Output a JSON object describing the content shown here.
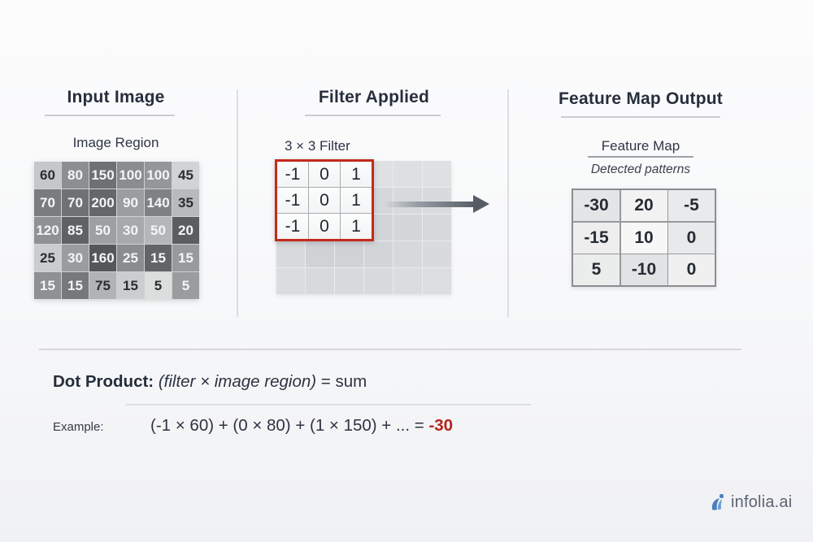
{
  "page": {
    "bg_top": "#fcfcfd",
    "bg_bottom": "#f0f1f4",
    "text_color": "#2a3140",
    "accent_red": "#c42a1c"
  },
  "sections": {
    "input": {
      "title": "Input Image",
      "subtitle": "Image Region",
      "grid": [
        [
          {
            "v": "60",
            "bg": "#c5c7c8",
            "fg": "#2a2e33"
          },
          {
            "v": "80",
            "bg": "#8c8e90",
            "fg": "#f4f5f6"
          },
          {
            "v": "150",
            "bg": "#6e7072",
            "fg": "#f4f5f6"
          },
          {
            "v": "100",
            "bg": "#8a8c8e",
            "fg": "#f4f5f6"
          },
          {
            "v": "100",
            "bg": "#949697",
            "fg": "#f4f5f6"
          },
          {
            "v": "45",
            "bg": "#d2d3d4",
            "fg": "#2a2e33"
          }
        ],
        [
          {
            "v": "70",
            "bg": "#7a7c7e",
            "fg": "#f4f5f6"
          },
          {
            "v": "70",
            "bg": "#6f7173",
            "fg": "#f4f5f6"
          },
          {
            "v": "200",
            "bg": "#646668",
            "fg": "#f4f5f6"
          },
          {
            "v": "90",
            "bg": "#9b9da0",
            "fg": "#f4f5f6"
          },
          {
            "v": "140",
            "bg": "#7f8183",
            "fg": "#f4f5f6"
          },
          {
            "v": "35",
            "bg": "#b8babb",
            "fg": "#2a2e33"
          }
        ],
        [
          {
            "v": "120",
            "bg": "#8f9193",
            "fg": "#f4f5f6"
          },
          {
            "v": "85",
            "bg": "#5f6163",
            "fg": "#f4f5f6"
          },
          {
            "v": "50",
            "bg": "#9da0a2",
            "fg": "#f4f5f6"
          },
          {
            "v": "30",
            "bg": "#a7a9ab",
            "fg": "#f4f5f6"
          },
          {
            "v": "50",
            "bg": "#b4b6b8",
            "fg": "#f4f5f6"
          },
          {
            "v": "20",
            "bg": "#5b5d5f",
            "fg": "#f4f5f6"
          }
        ],
        [
          {
            "v": "25",
            "bg": "#cacccd",
            "fg": "#2a2e33"
          },
          {
            "v": "30",
            "bg": "#9a9c9e",
            "fg": "#f4f5f6"
          },
          {
            "v": "160",
            "bg": "#545659",
            "fg": "#f4f5f6"
          },
          {
            "v": "25",
            "bg": "#8a8c8e",
            "fg": "#f4f5f6"
          },
          {
            "v": "15",
            "bg": "#626466",
            "fg": "#f4f5f6"
          },
          {
            "v": "15",
            "bg": "#989a9c",
            "fg": "#f4f5f6"
          }
        ],
        [
          {
            "v": "15",
            "bg": "#8e9092",
            "fg": "#f4f5f6"
          },
          {
            "v": "15",
            "bg": "#767879",
            "fg": "#f4f5f6"
          },
          {
            "v": "75",
            "bg": "#b1b3b4",
            "fg": "#2a2e33"
          },
          {
            "v": "15",
            "bg": "#cbcdce",
            "fg": "#2a2e33"
          },
          {
            "v": "5",
            "bg": "#dcdddd",
            "fg": "#2a2e33"
          },
          {
            "v": "5",
            "bg": "#9a9c9e",
            "fg": "#f4f5f6"
          }
        ]
      ]
    },
    "filter": {
      "title": "Filter Applied",
      "label": "3 × 3 Filter",
      "matrix": [
        [
          "-1",
          "0",
          "1"
        ],
        [
          "-1",
          "0",
          "1"
        ],
        [
          "-1",
          "0",
          "1"
        ]
      ],
      "bg_grid": [
        [
          "#e0e2e4",
          "#e0e2e4",
          "#e0e2e4",
          "#dee0e2",
          "#dde0e2",
          "#dee0e2"
        ],
        [
          "#d9dcde",
          "#d9dcde",
          "#d9dcde",
          "#d5d8db",
          "#d7dadc",
          "#d8dbdd"
        ],
        [
          "#d5d8da",
          "#d5d8da",
          "#d5d8da",
          "#d2d5d8",
          "#d4d7d9",
          "#d6d8db"
        ],
        [
          "#d8dadc",
          "#cfd3d6",
          "#cfd3d6",
          "#d1d5d7",
          "#d6d9db",
          "#d8dadc"
        ],
        [
          "#dadcde",
          "#d7dadc",
          "#d7dadc",
          "#d8dbdd",
          "#dadcde",
          "#dbddde"
        ]
      ]
    },
    "output": {
      "title": "Feature Map Output",
      "subtitle": "Feature Map",
      "caption": "Detected patterns",
      "matrix": [
        [
          {
            "v": "-30",
            "bg": "#e4e5e6"
          },
          {
            "v": "20",
            "bg": "#f2f2f3"
          },
          {
            "v": "-5",
            "bg": "#e9eaeb"
          }
        ],
        [
          {
            "v": "-15",
            "bg": "#eeeeef"
          },
          {
            "v": "10",
            "bg": "#f7f7f8"
          },
          {
            "v": "0",
            "bg": "#e8e9ea"
          }
        ],
        [
          {
            "v": "5",
            "bg": "#ebecec"
          },
          {
            "v": "-10",
            "bg": "#e2e3e4"
          },
          {
            "v": "0",
            "bg": "#f0f0f1"
          }
        ]
      ]
    }
  },
  "footer": {
    "dot_product_label": "Dot Product:",
    "dot_product_italic": "(filter × image region)",
    "dot_product_suffix": " = sum",
    "example_label": "Example:",
    "example_expression": "(-1 × 60) + (0 × 80) + (1 × 150) + ... = ",
    "example_result": "-30"
  },
  "brand": {
    "name": "infolia.ai",
    "icon": "infolia-logo-icon",
    "icon_color": "#4a7ec0"
  }
}
